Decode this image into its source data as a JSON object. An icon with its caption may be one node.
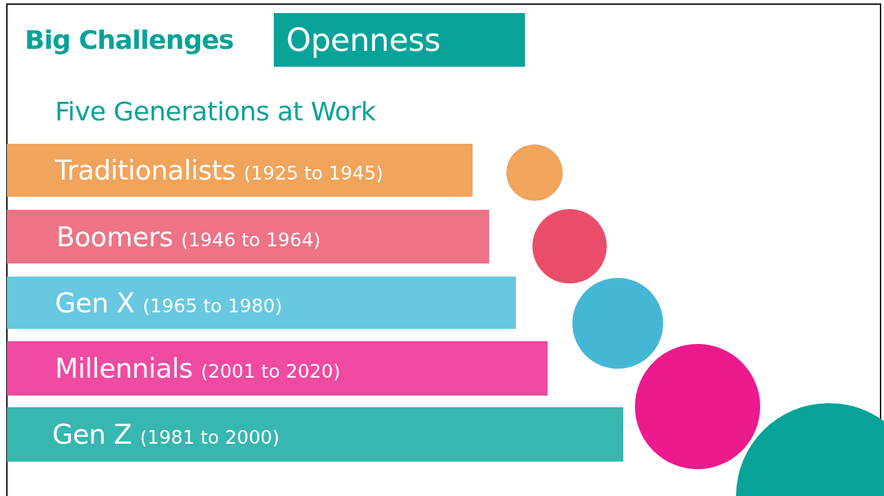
{
  "diagram": {
    "title": "Big Challenges",
    "nodes": [
      {
        "text": [
          "Openness"
        ]
      },
      {
        "text": [
          "Traditionalists",
          "(1925 to 1945)"
        ]
      },
      {
        "text": [
          "Boomers",
          "(1946 to 1964)"
        ]
      },
      {
        "text": [
          "Gen X",
          "(1965 to 1980)"
        ]
      },
      {
        "text": [
          "Millennials",
          "(2001 to 2020)"
        ]
      },
      {
        "text": [
          "Gen Z",
          "(1981 to 2000)"
        ]
      },
      {
        "text": [],
        "shape": "circle"
      },
      {
        "text": [],
        "shape": "circle"
      },
      {
        "text": [],
        "shape": "circle"
      },
      {
        "text": [],
        "shape": "circle"
      },
      {
        "text": [],
        "shape": "circle"
      }
    ],
    "labels": [
      "Five Generations at Work"
    ]
  }
}
